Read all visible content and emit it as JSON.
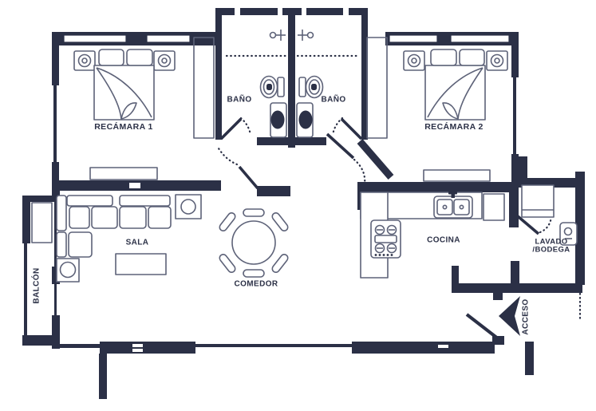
{
  "meta": {
    "type": "apartment-floor-plan"
  },
  "colors": {
    "wall": "#2b3046",
    "furniture": "#5d6278",
    "background": "#ffffff"
  },
  "rooms": {
    "recamara1": {
      "label": "RECÁMARA 1"
    },
    "recamara2": {
      "label": "RECÁMARA 2"
    },
    "bano1": {
      "label": "BAÑO"
    },
    "bano2": {
      "label": "BAÑO"
    },
    "sala": {
      "label": "SALA"
    },
    "comedor": {
      "label": "COMEDOR"
    },
    "cocina": {
      "label": "COCINA"
    },
    "balcon": {
      "label": "BALCÓN"
    },
    "lavado_bodega": {
      "line1": "LAVADO",
      "line2": "/BODEGA"
    },
    "acceso": {
      "label": "ACCESO"
    }
  }
}
